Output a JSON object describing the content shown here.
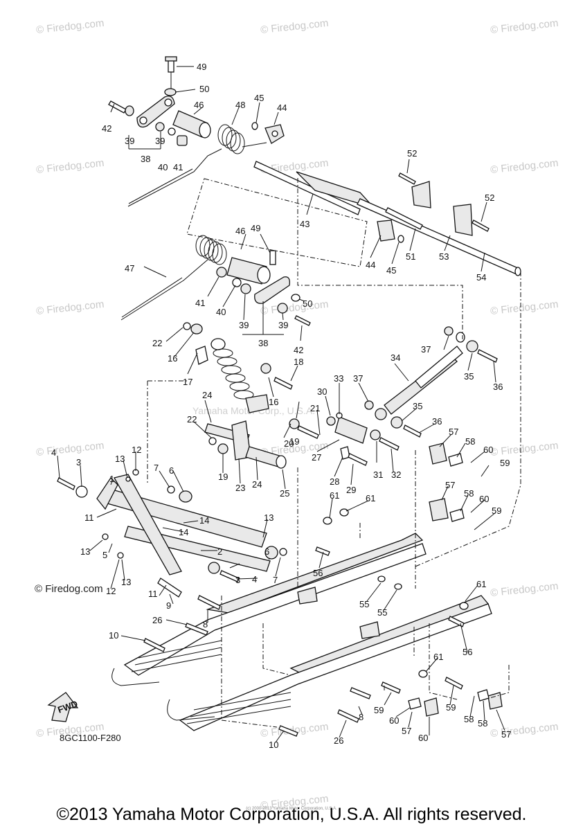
{
  "diagram": {
    "drawing_code": "8GC1100-F280",
    "fwd_label": "FWD",
    "firedog_caption": "© Firedog.com",
    "copyright": "©2013 Yamaha Motor Corporation, U.S.A. All rights reserved.",
    "tiny_note": "(c) 2000-2013 Yamaha Motor Corporation, U.S.A.",
    "center_watermark": "Yamaha Motor Corp., U.S.A.",
    "watermarks": [
      "© Firedog.com",
      "© Firedog.com",
      "© Firedog.com",
      "© Firedog.com",
      "© Firedog.com",
      "© Firedog.com",
      "© Firedog.com",
      "© Firedog.com",
      "© Firedog.com",
      "© Firedog.com",
      "© Firedog.com",
      "© Firedog.com",
      "© Firedog.com",
      "© Firedog.com",
      "© Firedog.com",
      "© Firedog.com",
      "© Firedog.com",
      "© Firedog.com"
    ],
    "part_numbers": [
      "49",
      "50",
      "42",
      "39",
      "38",
      "39",
      "40",
      "41",
      "46",
      "48",
      "45",
      "44",
      "52",
      "52",
      "43",
      "44",
      "45",
      "51",
      "53",
      "54",
      "47",
      "46",
      "49",
      "41",
      "40",
      "39",
      "38",
      "39",
      "50",
      "42",
      "22",
      "16",
      "17",
      "18",
      "16",
      "37",
      "34",
      "35",
      "36",
      "33",
      "37",
      "30",
      "21",
      "19",
      "35",
      "36",
      "24",
      "22",
      "20",
      "57",
      "58",
      "60",
      "27",
      "59",
      "12",
      "13",
      "4",
      "3",
      "19",
      "23",
      "24",
      "25",
      "28",
      "29",
      "31",
      "32",
      "7",
      "6",
      "1",
      "57",
      "58",
      "60",
      "59",
      "61",
      "61",
      "11",
      "14",
      "13",
      "14",
      "5",
      "13",
      "13",
      "2",
      "3",
      "6",
      "4",
      "7",
      "12",
      "56",
      "55",
      "55",
      "61",
      "11",
      "9",
      "26",
      "8",
      "10",
      "56",
      "61",
      "59",
      "60",
      "59",
      "58",
      "57",
      "60",
      "58",
      "57",
      "10",
      "26",
      "8"
    ]
  }
}
